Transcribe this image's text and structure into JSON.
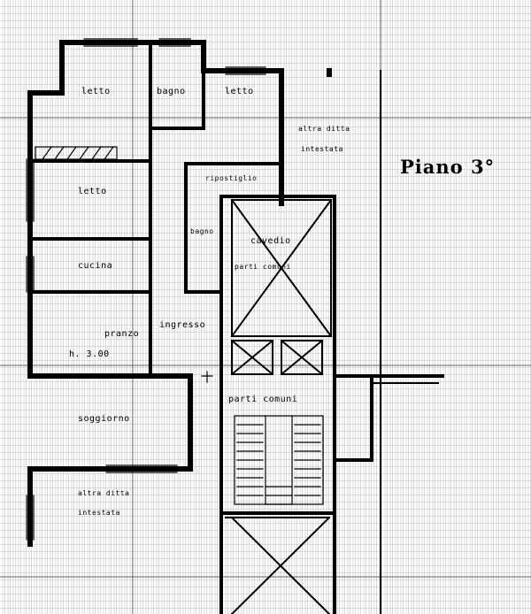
{
  "title": "Piano 3°",
  "rooms": {
    "letto_1": "letto",
    "bagno_1": "bagno",
    "letto_2": "letto",
    "letto_3": "letto",
    "ripostiglio": "ripostiglio",
    "bagno_2": "bagno",
    "cucina": "cucina",
    "ingresso": "ingresso",
    "pranzo": "pranzo",
    "soggiorno": "soggiorno",
    "cavedio": "cavedio",
    "cavedio_sub": "parti comuni",
    "parti_comuni": "parti comuni"
  },
  "annotations": {
    "altra_ditta_top_1": "altra ditta",
    "altra_ditta_top_2": "intestata",
    "altra_ditta_bottom_1": "altra ditta",
    "altra_ditta_bottom_2": "intestata",
    "height": "h. 3.00"
  }
}
